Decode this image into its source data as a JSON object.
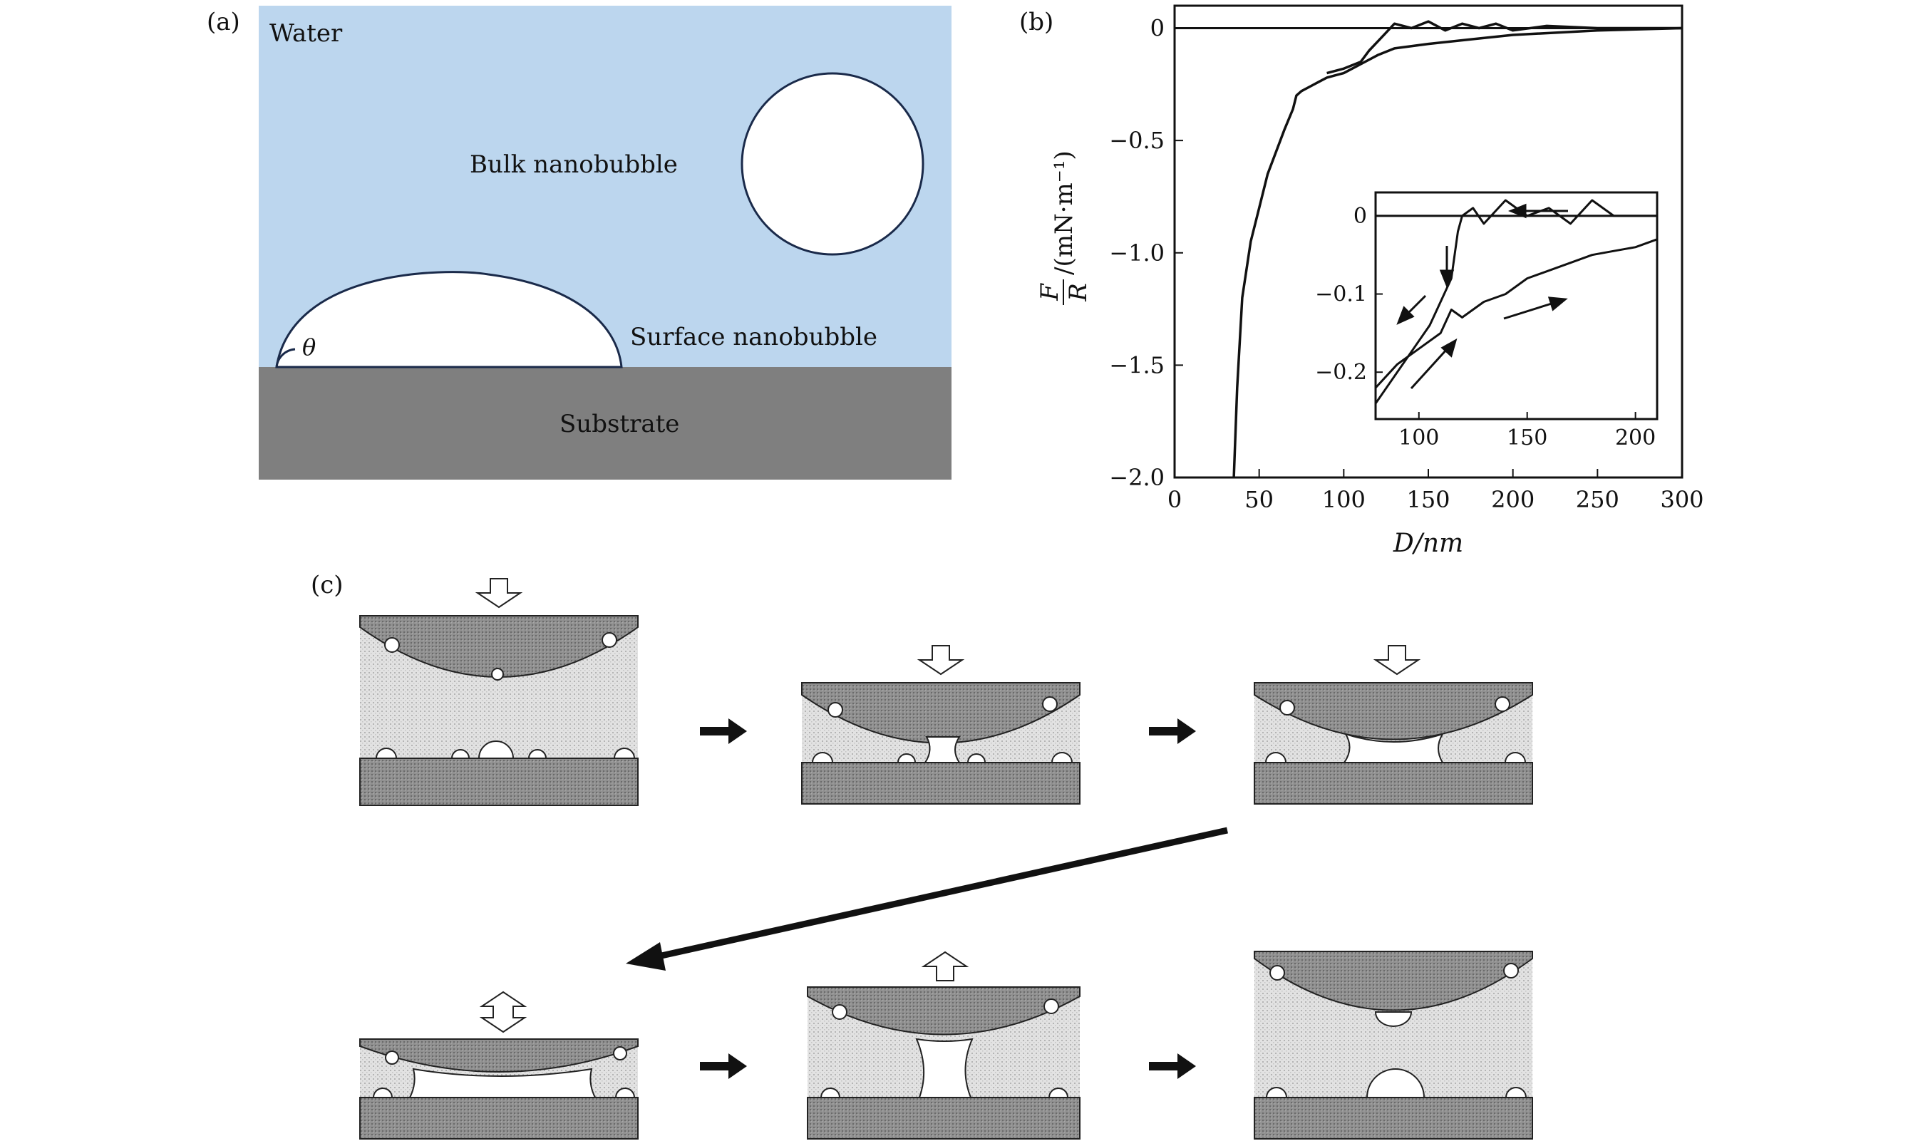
{
  "panel_a": {
    "label": "(a)",
    "water_label": "Water",
    "bulk_label": "Bulk nanobubble",
    "surface_label": "Surface nanobubble",
    "substrate_label": "Substrate",
    "angle_label": "θ",
    "colors": {
      "water": "#bcd6ee",
      "substrate": "#7f7f7f",
      "outline": "#1a2a4a"
    }
  },
  "panel_b": {
    "label": "(b)",
    "ylabel_num": "F",
    "ylabel_den": "R",
    "ylabel_unit": "/(mN·m⁻¹)",
    "xlabel": "D/nm",
    "inset_ticks_x": [
      "100",
      "150",
      "200"
    ],
    "inset_ticks_y": [
      "0",
      "−0.1",
      "−0.2"
    ]
  },
  "panel_c": {
    "label": "(c)"
  },
  "chart_data": {
    "type": "line",
    "title": "",
    "xlabel": "D/nm",
    "ylabel": "F/R /(mN·m⁻¹)",
    "xlim": [
      0,
      300
    ],
    "ylim": [
      -2.0,
      0.1
    ],
    "x_ticks": [
      0,
      50,
      100,
      150,
      200,
      250,
      300
    ],
    "y_ticks": [
      0,
      -0.5,
      -1.0,
      -1.5,
      -2.0
    ],
    "x_tick_labels": [
      "0",
      "50",
      "100",
      "150",
      "200",
      "250",
      "300"
    ],
    "y_tick_labels": [
      "0",
      "−0.5",
      "−1.0",
      "−1.5",
      "−2.0"
    ],
    "grid": false,
    "series": [
      {
        "x": [
          35,
          37,
          40,
          45,
          50,
          55,
          60,
          65,
          70,
          72,
          75,
          80,
          85,
          90,
          95,
          100,
          110,
          120,
          130,
          150,
          175,
          200,
          250,
          300
        ],
        "y": [
          -2.0,
          -1.6,
          -1.2,
          -0.95,
          -0.8,
          -0.65,
          -0.55,
          -0.45,
          -0.36,
          -0.3,
          -0.28,
          -0.26,
          -0.24,
          -0.22,
          -0.21,
          -0.2,
          -0.16,
          -0.12,
          -0.09,
          -0.07,
          -0.05,
          -0.03,
          -0.01,
          0.0
        ]
      },
      {
        "x": [
          90,
          100,
          110,
          115,
          120,
          125,
          130,
          140,
          150,
          160,
          170,
          180,
          190,
          200,
          220,
          250,
          280,
          300
        ],
        "y": [
          -0.2,
          -0.18,
          -0.15,
          -0.1,
          -0.06,
          -0.02,
          0.02,
          0.0,
          0.03,
          -0.01,
          0.02,
          0.0,
          0.02,
          -0.01,
          0.01,
          0.0,
          0.0,
          0.0
        ]
      }
    ],
    "inset": {
      "xlim": [
        80,
        210
      ],
      "ylim": [
        -0.26,
        0.03
      ],
      "series": [
        {
          "x": [
            80,
            90,
            100,
            105,
            110,
            115,
            118,
            120,
            125,
            130,
            140,
            150,
            160,
            170,
            180,
            190,
            200,
            210
          ],
          "y": [
            -0.24,
            -0.2,
            -0.16,
            -0.14,
            -0.11,
            -0.08,
            -0.02,
            0.0,
            0.01,
            -0.01,
            0.02,
            0.0,
            0.01,
            -0.01,
            0.02,
            0.0,
            0.0,
            0.0
          ]
        },
        {
          "x": [
            80,
            90,
            100,
            110,
            115,
            120,
            130,
            140,
            150,
            160,
            170,
            180,
            190,
            200,
            210
          ],
          "y": [
            -0.22,
            -0.19,
            -0.17,
            -0.15,
            -0.12,
            -0.13,
            -0.11,
            -0.1,
            -0.08,
            -0.07,
            -0.06,
            -0.05,
            -0.045,
            -0.04,
            -0.03
          ]
        }
      ]
    }
  }
}
